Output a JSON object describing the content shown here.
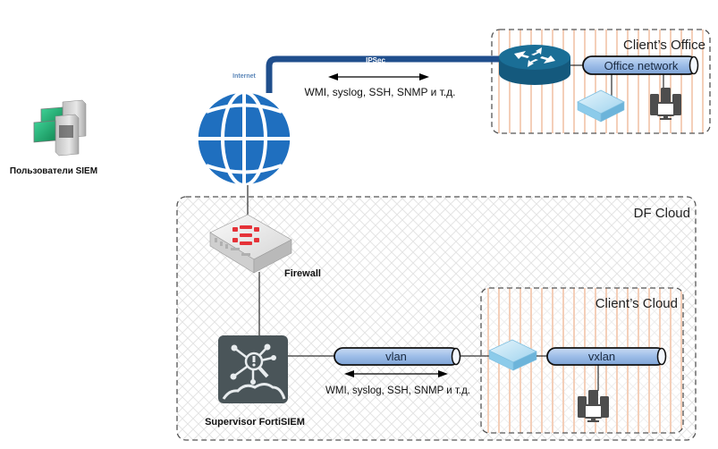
{
  "diagram": {
    "zones": {
      "client_office": {
        "label": "Client’s Office"
      },
      "df_cloud": {
        "label": "DF Cloud"
      },
      "client_cloud": {
        "label": "Client’s Cloud"
      }
    },
    "nodes": {
      "internet": {
        "label": "Internet",
        "icon": "globe-icon"
      },
      "siem_users": {
        "label": "Пользователи SIEM",
        "icon": "workstations-icon"
      },
      "firewall": {
        "label": "Firewall",
        "icon": "fortigate-firewall-icon"
      },
      "supervisor": {
        "label": "Supervisor FortiSIEM",
        "icon": "fortisiem-icon"
      },
      "office_router": {
        "label": "",
        "icon": "router-icon"
      },
      "office_network": {
        "label": "Office network",
        "icon": "network-pipe-icon"
      },
      "office_switch": {
        "label": "",
        "icon": "switch-icon"
      },
      "office_servers": {
        "label": "",
        "icon": "server-workstation-icon"
      },
      "vlan": {
        "label": "vlan",
        "icon": "network-pipe-icon"
      },
      "cloud_switch": {
        "label": "",
        "icon": "switch-icon"
      },
      "vxlan": {
        "label": "vxlan",
        "icon": "network-pipe-icon"
      },
      "cloud_servers": {
        "label": "",
        "icon": "server-workstation-icon"
      }
    },
    "links": {
      "ipsec": {
        "label": "IPSec"
      },
      "office_protocols": {
        "label": "WMI, syslog, SSH, SNMP и т.д."
      },
      "cloud_protocols": {
        "label": "WMI, syslog, SSH, SNMP и т.д."
      }
    },
    "colors": {
      "ipsec_tunnel": "#1f4e8c",
      "globe": "#1f6fbf",
      "router": "#1a6e96",
      "pipe_fill": "#a9c4ea",
      "stripe": "#f6d9c8",
      "fortisiem_bg": "#4a5559",
      "fortinet_red": "#e53238",
      "dashed_border": "#555555"
    }
  }
}
